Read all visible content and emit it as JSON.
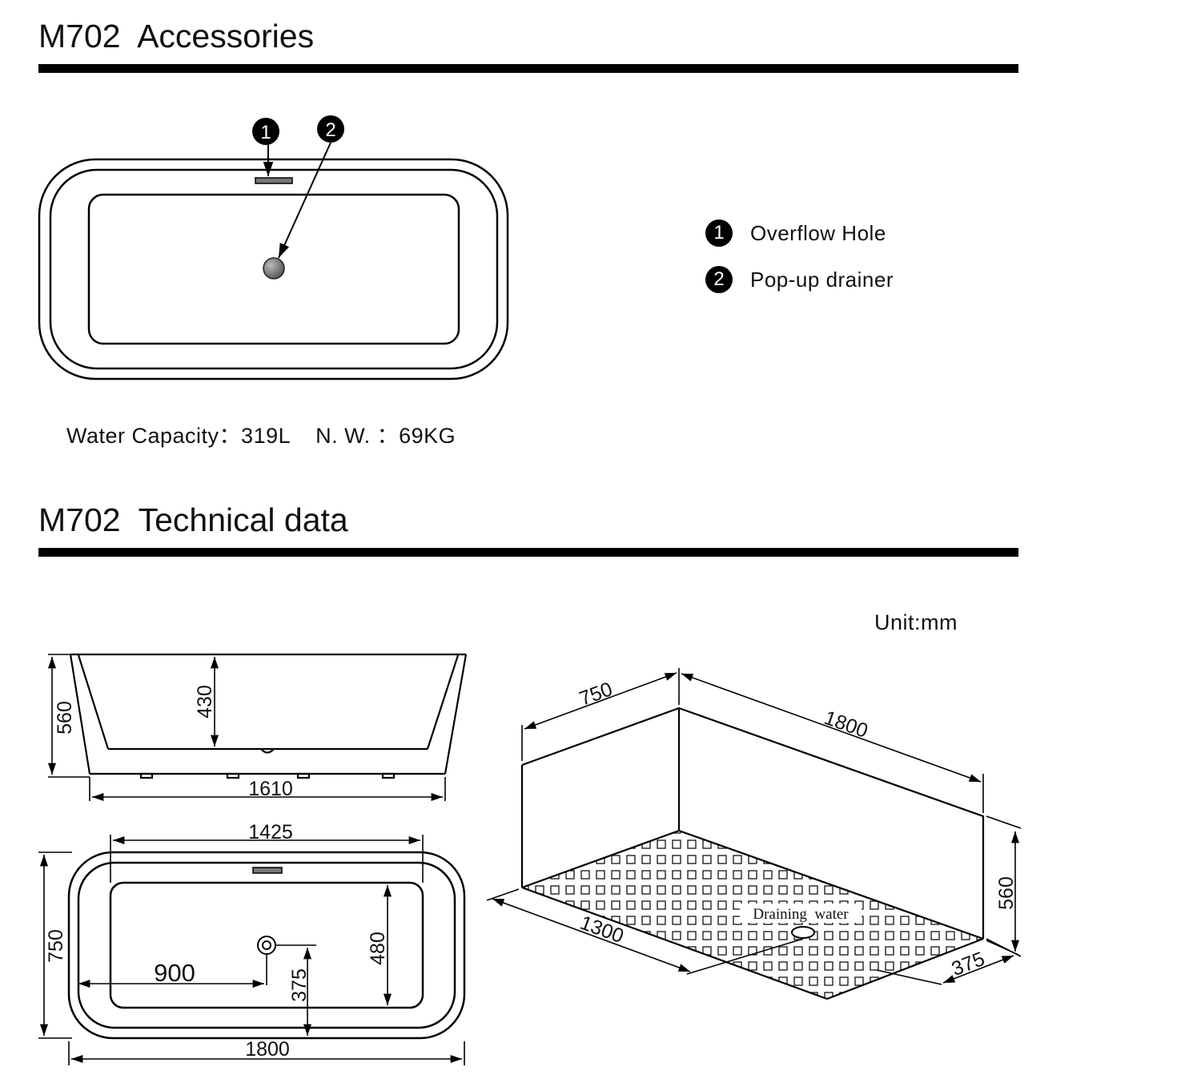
{
  "accessories": {
    "title": "M702  Accessories",
    "markers": [
      "1",
      "2"
    ],
    "legend": [
      {
        "num": "1",
        "label": "Overflow Hole"
      },
      {
        "num": "2",
        "label": "Pop-up drainer"
      }
    ],
    "specs": "Water Capacity：319L    N. W. ：69KG"
  },
  "technical": {
    "title": "M702  Technical data",
    "unit": "Unit:mm",
    "side_view": {
      "height": "560",
      "depth": "430",
      "bottom_length": "1610"
    },
    "top_view": {
      "inner_length": "1425",
      "width": "750",
      "drain_x": "900",
      "drain_y": "375",
      "inner_width": "480",
      "length": "1800"
    },
    "iso_view": {
      "width": "750",
      "length": "1800",
      "height": "560",
      "drain_x": "1300",
      "drain_y": "375",
      "drain_label": "Draining  water"
    }
  }
}
